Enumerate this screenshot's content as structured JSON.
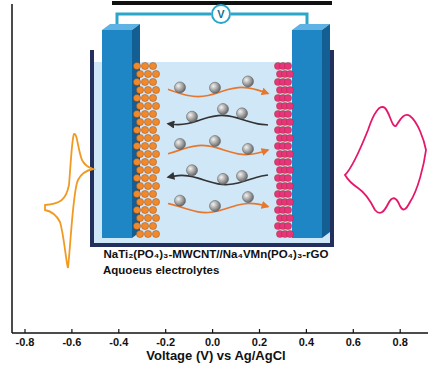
{
  "diagram": {
    "nodes": [
      {
        "text": [
          "V"
        ]
      }
    ],
    "labels": [
      "NaTi₂(PO₄)₃-MWCNT//Na₄VMn(PO₄)₃-rGO",
      "Aquoeus electrolytes",
      "-0.8",
      "-0.6",
      "-0.4",
      "-0.2",
      "0.0",
      "0.2",
      "0.4",
      "0.6",
      "0.8",
      "Voltage (V) vs Ag/AgCl"
    ]
  }
}
